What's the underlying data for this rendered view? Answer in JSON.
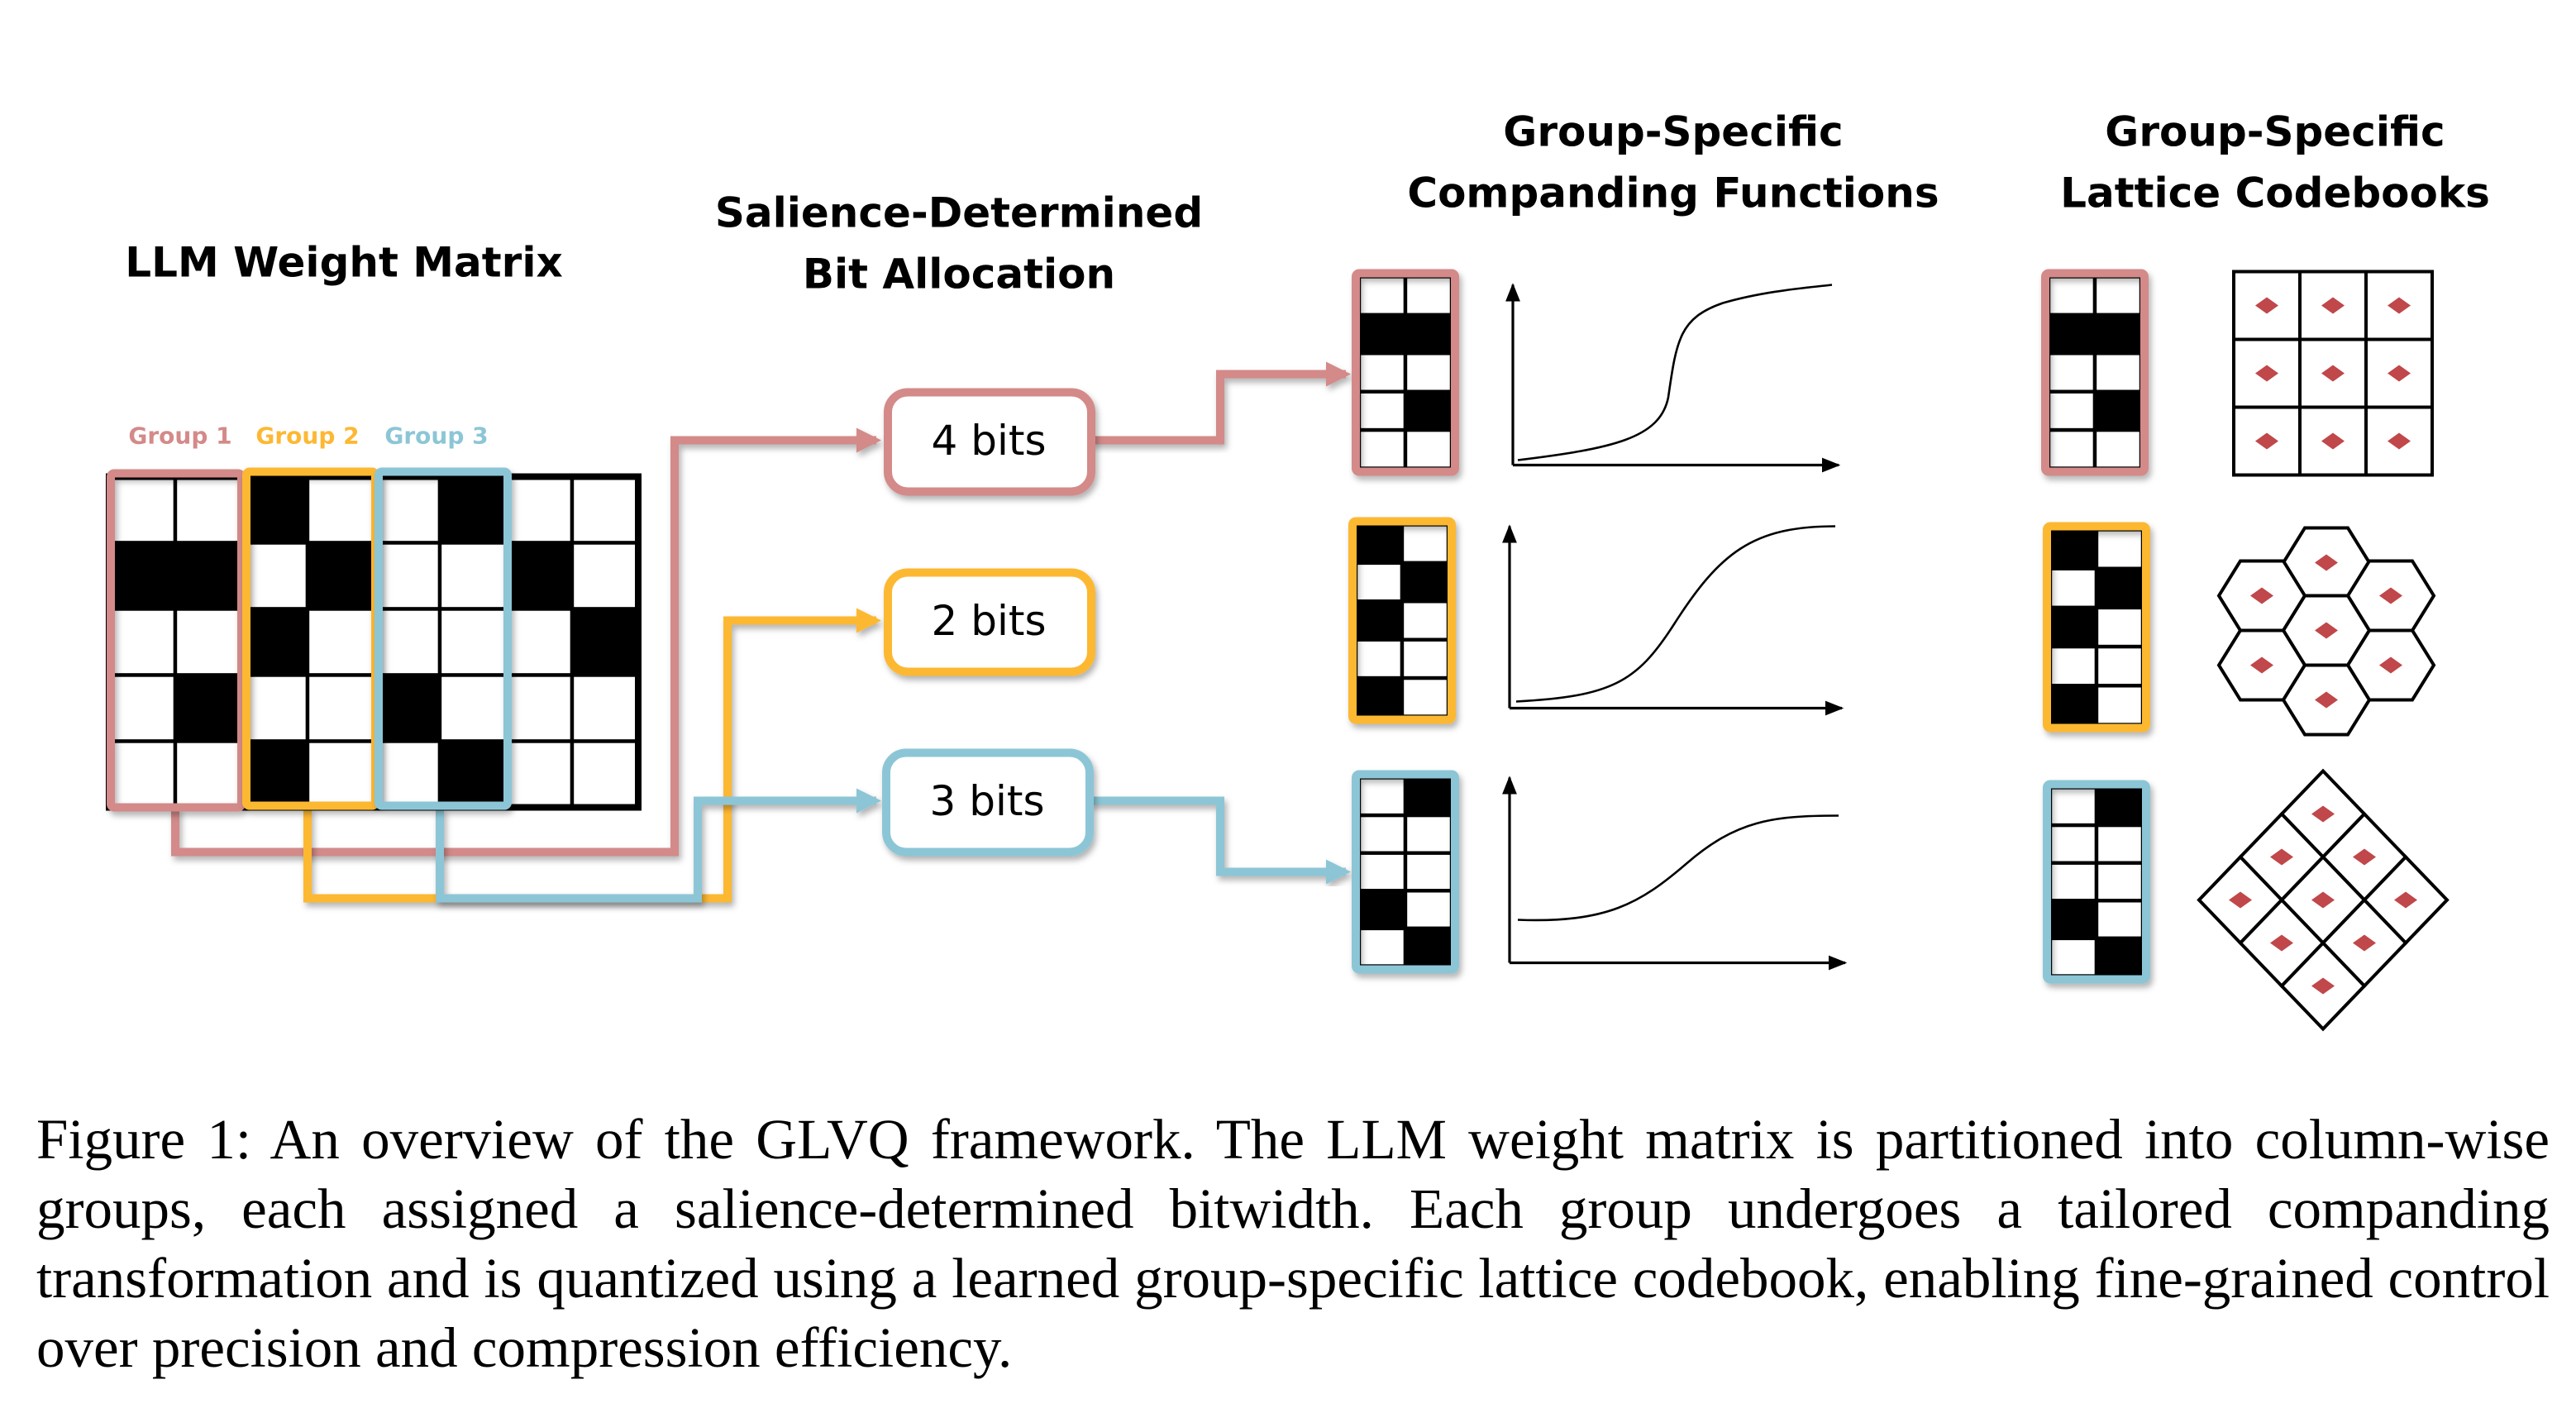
{
  "headings": {
    "matrix": "LLM Weight Matrix",
    "bit_allocation": [
      "Salience-Determined",
      "Bit Allocation"
    ],
    "companding": [
      "Group-Specific",
      "Companding Functions"
    ],
    "codebooks": [
      "Group-Specific",
      "Lattice Codebooks"
    ]
  },
  "weight_matrix": [
    [
      0,
      0,
      1,
      0,
      0,
      1,
      0,
      0
    ],
    [
      1,
      1,
      0,
      1,
      0,
      0,
      1,
      0
    ],
    [
      0,
      0,
      1,
      0,
      0,
      0,
      0,
      1
    ],
    [
      0,
      1,
      0,
      0,
      1,
      0,
      0,
      0
    ],
    [
      0,
      0,
      1,
      0,
      0,
      1,
      0,
      0
    ]
  ],
  "groups": [
    {
      "label": "Group 1",
      "bits": "4 bits",
      "color": "#D38A89",
      "columns": [
        0,
        1
      ],
      "companding": "steep-sigmoid",
      "codebook": "square-lattice"
    },
    {
      "label": "Group 2",
      "bits": "2 bits",
      "color": "#FDB833",
      "columns": [
        2,
        3
      ],
      "companding": "sigmoid",
      "codebook": "hexagonal-lattice"
    },
    {
      "label": "Group 3",
      "bits": "3 bits",
      "color": "#8CC6D6",
      "columns": [
        4,
        5
      ],
      "companding": "gentle-sigmoid",
      "codebook": "rotated-square-lattice"
    }
  ],
  "lattice_point_color": "#C0474A",
  "caption": "Figure 1:  An overview of the GLVQ framework.  The LLM weight matrix is partitioned into column-wise groups, each assigned a salience-determined bitwidth. Each group undergoes a tailored companding transformation and is quantized using a learned group-specific lattice codebook, enabling fine-grained control over precision and compression efficiency."
}
